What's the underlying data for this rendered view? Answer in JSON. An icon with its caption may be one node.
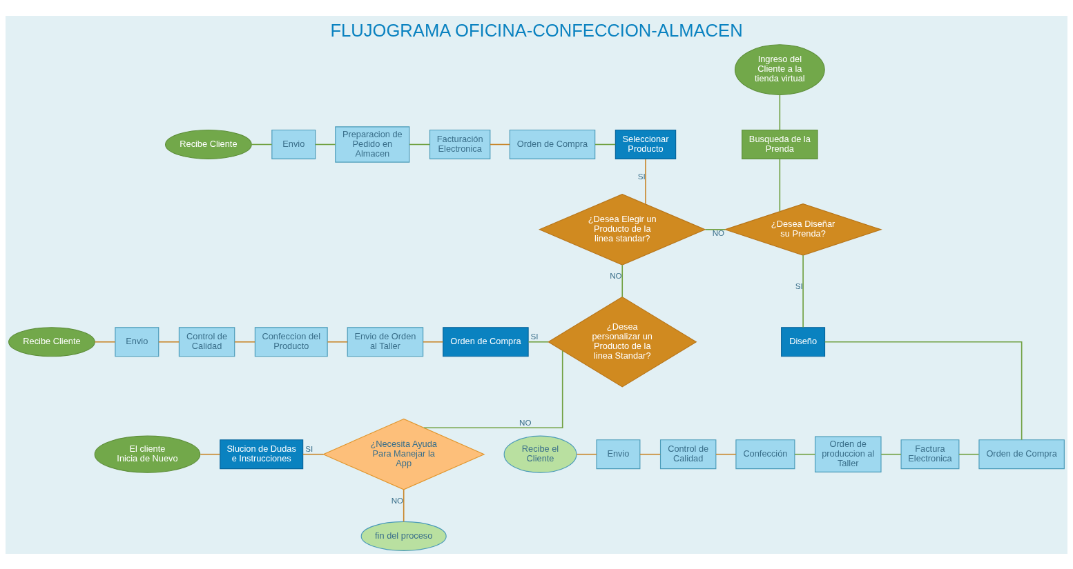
{
  "diagram": {
    "title": "FLUJOGRAMA OFICINA-CONFECCION-ALMACEN",
    "nodes": [
      {
        "text": [
          "Ingreso del Cliente a la tienda virtual"
        ]
      },
      {
        "text": [
          "Busqueda de la Prenda"
        ]
      },
      {
        "text": [
          "¿Desea Diseñar su Prenda?"
        ]
      },
      {
        "text": [
          "Seleccionar Producto"
        ]
      },
      {
        "text": [
          "¿Desea Elegir un Producto de la linea standar?"
        ]
      },
      {
        "text": [
          "Orden de Compra"
        ]
      },
      {
        "text": [
          "Facturación Electronica"
        ]
      },
      {
        "text": [
          "Preparacion de Pedido en Almacen"
        ]
      },
      {
        "text": [
          "Envio"
        ]
      },
      {
        "text": [
          "Recibe Cliente"
        ]
      },
      {
        "text": [
          "¿Desea personalizar un Producto de la linea Standar?"
        ]
      },
      {
        "text": [
          "Orden de Compra"
        ]
      },
      {
        "text": [
          "Envio de Orden al Taller"
        ]
      },
      {
        "text": [
          "Confeccion del Producto"
        ]
      },
      {
        "text": [
          "Control de Calidad"
        ]
      },
      {
        "text": [
          "Envio"
        ]
      },
      {
        "text": [
          "Recibe Cliente"
        ]
      },
      {
        "text": [
          "¿Necesita Ayuda Para Manejar la App"
        ]
      },
      {
        "text": [
          "Slucion de Dudas e Instrucciones"
        ]
      },
      {
        "text": [
          "El cliente Inicia de Nuevo"
        ]
      },
      {
        "text": [
          "fin del proceso"
        ]
      },
      {
        "text": [
          "Diseño"
        ]
      },
      {
        "text": [
          "Orden de Compra"
        ]
      },
      {
        "text": [
          "Factura Electronica"
        ]
      },
      {
        "text": [
          "Orden de produccion al Taller"
        ]
      },
      {
        "text": [
          "Confección"
        ]
      },
      {
        "text": [
          "Control de Calidad"
        ]
      },
      {
        "text": [
          "Envio"
        ]
      },
      {
        "text": [
          "Recibe el Cliente"
        ]
      }
    ],
    "edges": [
      {
        "from": 0,
        "to": 1,
        "arrow": "none"
      },
      {
        "from": 1,
        "to": 2,
        "arrow": "none"
      },
      {
        "from": 4,
        "to": 2,
        "arrow": "none",
        "label": "NO"
      },
      {
        "from": 2,
        "to": 21,
        "arrow": "none",
        "label": "SI"
      },
      {
        "from": 3,
        "to": 4,
        "arrow": "none",
        "label": "SI",
        "color": "#c8862a"
      },
      {
        "from": 5,
        "to": 3,
        "arrow": "none"
      },
      {
        "from": 6,
        "to": 5,
        "arrow": "none",
        "color": "#c8862a"
      },
      {
        "from": 7,
        "to": 6,
        "arrow": "none"
      },
      {
        "from": 8,
        "to": 7,
        "arrow": "none"
      },
      {
        "from": 9,
        "to": 8,
        "arrow": "none"
      },
      {
        "from": 4,
        "to": 10,
        "arrow": "none",
        "label": "NO"
      },
      {
        "from": 11,
        "to": 10,
        "arrow": "none",
        "label": "SI"
      },
      {
        "from": 12,
        "to": 11,
        "arrow": "none",
        "color": "#c8862a"
      },
      {
        "from": 13,
        "to": 12,
        "arrow": "none",
        "color": "#c8862a"
      },
      {
        "from": 14,
        "to": 13,
        "arrow": "none",
        "color": "#c8862a"
      },
      {
        "from": 15,
        "to": 14,
        "arrow": "none",
        "color": "#c8862a"
      },
      {
        "from": 16,
        "to": 15,
        "arrow": "none",
        "color": "#c8862a"
      },
      {
        "from": 10,
        "to": 17,
        "arrow": "none",
        "label": "NO"
      },
      {
        "from": 18,
        "to": 17,
        "arrow": "none",
        "label": "SI",
        "color": "#c8862a"
      },
      {
        "from": 19,
        "to": 18,
        "arrow": "none",
        "color": "#c8862a"
      },
      {
        "from": 17,
        "to": 20,
        "arrow": "none",
        "label": "NO",
        "color": "#c8862a"
      },
      {
        "from": 21,
        "to": 22,
        "arrow": "none"
      },
      {
        "from": 23,
        "to": 22,
        "arrow": "none"
      },
      {
        "from": 24,
        "to": 23,
        "arrow": "none"
      },
      {
        "from": 25,
        "to": 24,
        "arrow": "none"
      },
      {
        "from": 26,
        "to": 25,
        "arrow": "none",
        "color": "#c8862a"
      },
      {
        "from": 27,
        "to": 26,
        "arrow": "none",
        "color": "#c8862a"
      },
      {
        "from": 28,
        "to": 27,
        "arrow": "none",
        "color": "#c8862a"
      }
    ]
  }
}
